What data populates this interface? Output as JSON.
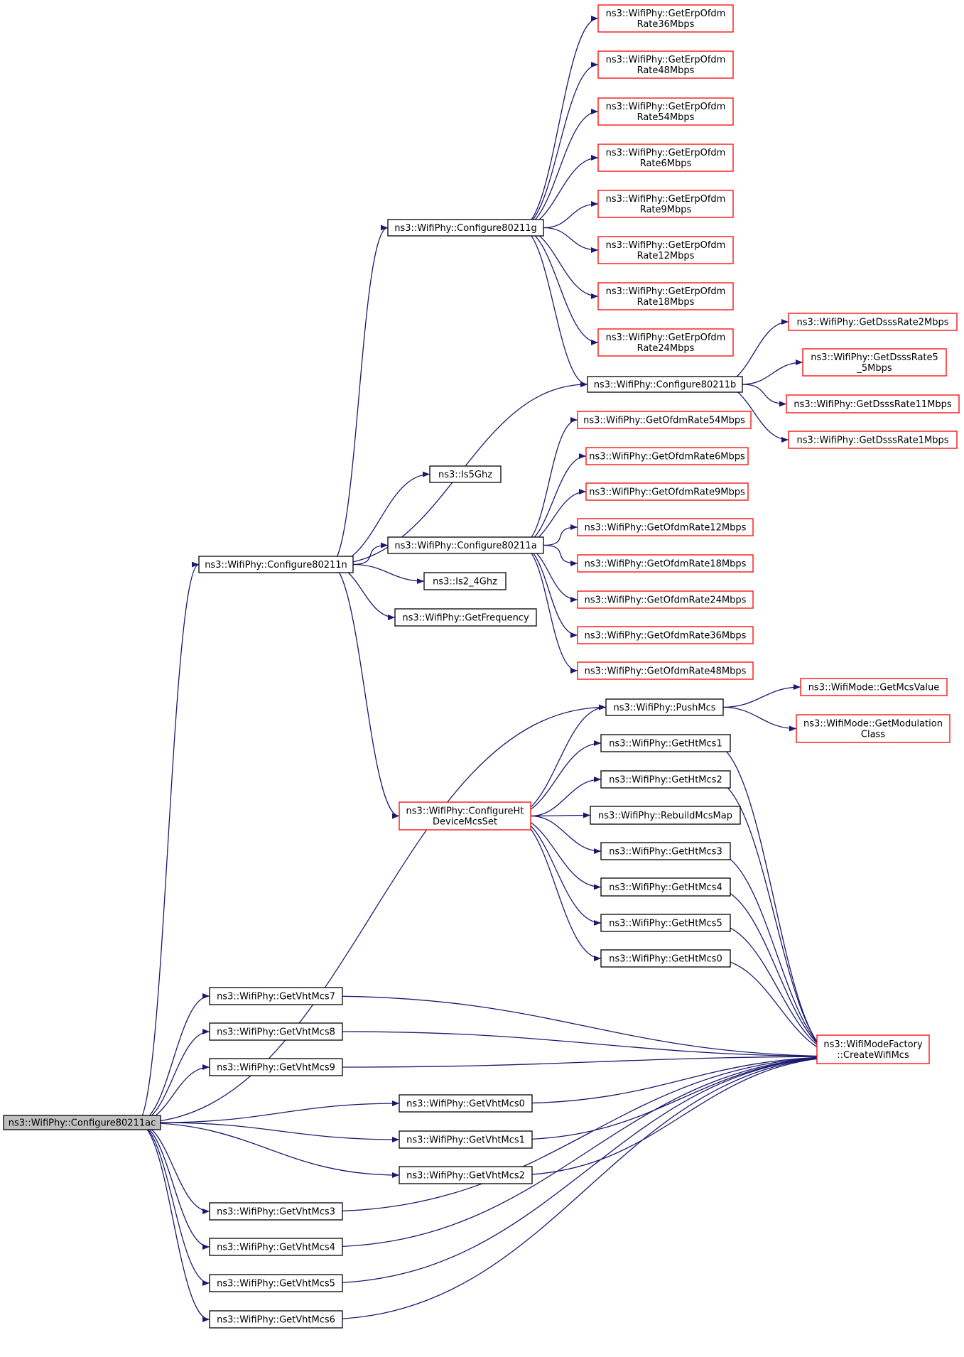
{
  "colors": {
    "edge": "#191970",
    "normal_border": "#000000",
    "truncated_border": "#ff0000",
    "root_fill": "#bfbfbf",
    "node_fill": "#ffffff"
  },
  "nodes": [
    {
      "id": "root",
      "lines": [
        "ns3::WifiPhy::Configure80211ac"
      ],
      "style": "root"
    },
    {
      "id": "c80211n",
      "lines": [
        "ns3::WifiPhy::Configure80211n"
      ],
      "style": "normal"
    },
    {
      "id": "c80211g",
      "lines": [
        "ns3::WifiPhy::Configure80211g"
      ],
      "style": "normal"
    },
    {
      "id": "c80211a",
      "lines": [
        "ns3::WifiPhy::Configure80211a"
      ],
      "style": "normal"
    },
    {
      "id": "c80211b",
      "lines": [
        "ns3::WifiPhy::Configure80211b"
      ],
      "style": "normal"
    },
    {
      "id": "is5",
      "lines": [
        "ns3::Is5Ghz"
      ],
      "style": "normal"
    },
    {
      "id": "is24",
      "lines": [
        "ns3::Is2_4Ghz"
      ],
      "style": "normal"
    },
    {
      "id": "getfreq",
      "lines": [
        "ns3::WifiPhy::GetFrequency"
      ],
      "style": "normal"
    },
    {
      "id": "erp36",
      "lines": [
        "ns3::WifiPhy::GetErpOfdm",
        "Rate36Mbps"
      ],
      "style": "truncated"
    },
    {
      "id": "erp48",
      "lines": [
        "ns3::WifiPhy::GetErpOfdm",
        "Rate48Mbps"
      ],
      "style": "truncated"
    },
    {
      "id": "erp54",
      "lines": [
        "ns3::WifiPhy::GetErpOfdm",
        "Rate54Mbps"
      ],
      "style": "truncated"
    },
    {
      "id": "erp6",
      "lines": [
        "ns3::WifiPhy::GetErpOfdm",
        "Rate6Mbps"
      ],
      "style": "truncated"
    },
    {
      "id": "erp9",
      "lines": [
        "ns3::WifiPhy::GetErpOfdm",
        "Rate9Mbps"
      ],
      "style": "truncated"
    },
    {
      "id": "erp12",
      "lines": [
        "ns3::WifiPhy::GetErpOfdm",
        "Rate12Mbps"
      ],
      "style": "truncated"
    },
    {
      "id": "erp18",
      "lines": [
        "ns3::WifiPhy::GetErpOfdm",
        "Rate18Mbps"
      ],
      "style": "truncated"
    },
    {
      "id": "erp24",
      "lines": [
        "ns3::WifiPhy::GetErpOfdm",
        "Rate24Mbps"
      ],
      "style": "truncated"
    },
    {
      "id": "dsss2",
      "lines": [
        "ns3::WifiPhy::GetDsssRate2Mbps"
      ],
      "style": "truncated"
    },
    {
      "id": "dsss55",
      "lines": [
        "ns3::WifiPhy::GetDsssRate5",
        "_5Mbps"
      ],
      "style": "truncated"
    },
    {
      "id": "dsss11",
      "lines": [
        "ns3::WifiPhy::GetDsssRate11Mbps"
      ],
      "style": "truncated"
    },
    {
      "id": "dsss1",
      "lines": [
        "ns3::WifiPhy::GetDsssRate1Mbps"
      ],
      "style": "truncated"
    },
    {
      "id": "ofdm54",
      "lines": [
        "ns3::WifiPhy::GetOfdmRate54Mbps"
      ],
      "style": "truncated"
    },
    {
      "id": "ofdm6",
      "lines": [
        "ns3::WifiPhy::GetOfdmRate6Mbps"
      ],
      "style": "truncated"
    },
    {
      "id": "ofdm9",
      "lines": [
        "ns3::WifiPhy::GetOfdmRate9Mbps"
      ],
      "style": "truncated"
    },
    {
      "id": "ofdm12",
      "lines": [
        "ns3::WifiPhy::GetOfdmRate12Mbps"
      ],
      "style": "truncated"
    },
    {
      "id": "ofdm18",
      "lines": [
        "ns3::WifiPhy::GetOfdmRate18Mbps"
      ],
      "style": "truncated"
    },
    {
      "id": "ofdm24",
      "lines": [
        "ns3::WifiPhy::GetOfdmRate24Mbps"
      ],
      "style": "truncated"
    },
    {
      "id": "ofdm36",
      "lines": [
        "ns3::WifiPhy::GetOfdmRate36Mbps"
      ],
      "style": "truncated"
    },
    {
      "id": "ofdm48",
      "lines": [
        "ns3::WifiPhy::GetOfdmRate48Mbps"
      ],
      "style": "truncated"
    },
    {
      "id": "pushmcs",
      "lines": [
        "ns3::WifiPhy::PushMcs"
      ],
      "style": "normal"
    },
    {
      "id": "getmcsval",
      "lines": [
        "ns3::WifiMode::GetMcsValue"
      ],
      "style": "truncated"
    },
    {
      "id": "getmodcls",
      "lines": [
        "ns3::WifiMode::GetModulation",
        "Class"
      ],
      "style": "truncated"
    },
    {
      "id": "cfght",
      "lines": [
        "ns3::WifiPhy::ConfigureHt",
        "DeviceMcsSet"
      ],
      "style": "truncated"
    },
    {
      "id": "ht1",
      "lines": [
        "ns3::WifiPhy::GetHtMcs1"
      ],
      "style": "normal"
    },
    {
      "id": "ht2",
      "lines": [
        "ns3::WifiPhy::GetHtMcs2"
      ],
      "style": "normal"
    },
    {
      "id": "rebuild",
      "lines": [
        "ns3::WifiPhy::RebuildMcsMap"
      ],
      "style": "normal"
    },
    {
      "id": "ht3",
      "lines": [
        "ns3::WifiPhy::GetHtMcs3"
      ],
      "style": "normal"
    },
    {
      "id": "ht4",
      "lines": [
        "ns3::WifiPhy::GetHtMcs4"
      ],
      "style": "normal"
    },
    {
      "id": "ht5",
      "lines": [
        "ns3::WifiPhy::GetHtMcs5"
      ],
      "style": "normal"
    },
    {
      "id": "ht0",
      "lines": [
        "ns3::WifiPhy::GetHtMcs0"
      ],
      "style": "normal"
    },
    {
      "id": "factory",
      "lines": [
        "ns3::WifiModeFactory",
        "::CreateWifiMcs"
      ],
      "style": "truncated"
    },
    {
      "id": "vht7",
      "lines": [
        "ns3::WifiPhy::GetVhtMcs7"
      ],
      "style": "normal"
    },
    {
      "id": "vht8",
      "lines": [
        "ns3::WifiPhy::GetVhtMcs8"
      ],
      "style": "normal"
    },
    {
      "id": "vht9",
      "lines": [
        "ns3::WifiPhy::GetVhtMcs9"
      ],
      "style": "normal"
    },
    {
      "id": "vht0",
      "lines": [
        "ns3::WifiPhy::GetVhtMcs0"
      ],
      "style": "normal"
    },
    {
      "id": "vht1",
      "lines": [
        "ns3::WifiPhy::GetVhtMcs1"
      ],
      "style": "normal"
    },
    {
      "id": "vht2",
      "lines": [
        "ns3::WifiPhy::GetVhtMcs2"
      ],
      "style": "normal"
    },
    {
      "id": "vht3",
      "lines": [
        "ns3::WifiPhy::GetVhtMcs3"
      ],
      "style": "normal"
    },
    {
      "id": "vht4",
      "lines": [
        "ns3::WifiPhy::GetVhtMcs4"
      ],
      "style": "normal"
    },
    {
      "id": "vht5",
      "lines": [
        "ns3::WifiPhy::GetVhtMcs5"
      ],
      "style": "normal"
    },
    {
      "id": "vht6",
      "lines": [
        "ns3::WifiPhy::GetVhtMcs6"
      ],
      "style": "normal"
    }
  ],
  "edges": [
    [
      "root",
      "c80211n"
    ],
    [
      "root",
      "pushmcs"
    ],
    [
      "root",
      "vht7"
    ],
    [
      "root",
      "vht8"
    ],
    [
      "root",
      "vht9"
    ],
    [
      "root",
      "vht0"
    ],
    [
      "root",
      "vht1"
    ],
    [
      "root",
      "vht2"
    ],
    [
      "root",
      "vht3"
    ],
    [
      "root",
      "vht4"
    ],
    [
      "root",
      "vht5"
    ],
    [
      "root",
      "vht6"
    ],
    [
      "c80211n",
      "c80211g"
    ],
    [
      "c80211n",
      "is5"
    ],
    [
      "c80211n",
      "c80211b"
    ],
    [
      "c80211n",
      "c80211a"
    ],
    [
      "c80211n",
      "is24"
    ],
    [
      "c80211n",
      "getfreq"
    ],
    [
      "c80211n",
      "cfght"
    ],
    [
      "c80211g",
      "erp36"
    ],
    [
      "c80211g",
      "erp48"
    ],
    [
      "c80211g",
      "erp54"
    ],
    [
      "c80211g",
      "erp6"
    ],
    [
      "c80211g",
      "erp9"
    ],
    [
      "c80211g",
      "erp12"
    ],
    [
      "c80211g",
      "erp18"
    ],
    [
      "c80211g",
      "erp24"
    ],
    [
      "c80211g",
      "c80211b"
    ],
    [
      "c80211b",
      "dsss2"
    ],
    [
      "c80211b",
      "dsss55"
    ],
    [
      "c80211b",
      "dsss11"
    ],
    [
      "c80211b",
      "dsss1"
    ],
    [
      "c80211a",
      "ofdm54"
    ],
    [
      "c80211a",
      "ofdm6"
    ],
    [
      "c80211a",
      "ofdm9"
    ],
    [
      "c80211a",
      "ofdm12"
    ],
    [
      "c80211a",
      "ofdm18"
    ],
    [
      "c80211a",
      "ofdm24"
    ],
    [
      "c80211a",
      "ofdm36"
    ],
    [
      "c80211a",
      "ofdm48"
    ],
    [
      "pushmcs",
      "getmcsval"
    ],
    [
      "pushmcs",
      "getmodcls"
    ],
    [
      "cfght",
      "pushmcs"
    ],
    [
      "cfght",
      "ht1"
    ],
    [
      "cfght",
      "ht2"
    ],
    [
      "cfght",
      "rebuild"
    ],
    [
      "cfght",
      "ht3"
    ],
    [
      "cfght",
      "ht4"
    ],
    [
      "cfght",
      "ht5"
    ],
    [
      "cfght",
      "ht0"
    ],
    [
      "ht1",
      "factory"
    ],
    [
      "ht2",
      "factory"
    ],
    [
      "ht3",
      "factory"
    ],
    [
      "ht4",
      "factory"
    ],
    [
      "ht5",
      "factory"
    ],
    [
      "ht0",
      "factory"
    ],
    [
      "vht7",
      "factory"
    ],
    [
      "vht8",
      "factory"
    ],
    [
      "vht9",
      "factory"
    ],
    [
      "vht0",
      "factory"
    ],
    [
      "vht1",
      "factory"
    ],
    [
      "vht2",
      "factory"
    ],
    [
      "vht3",
      "factory"
    ],
    [
      "vht4",
      "factory"
    ],
    [
      "vht5",
      "factory"
    ],
    [
      "vht6",
      "factory"
    ]
  ]
}
